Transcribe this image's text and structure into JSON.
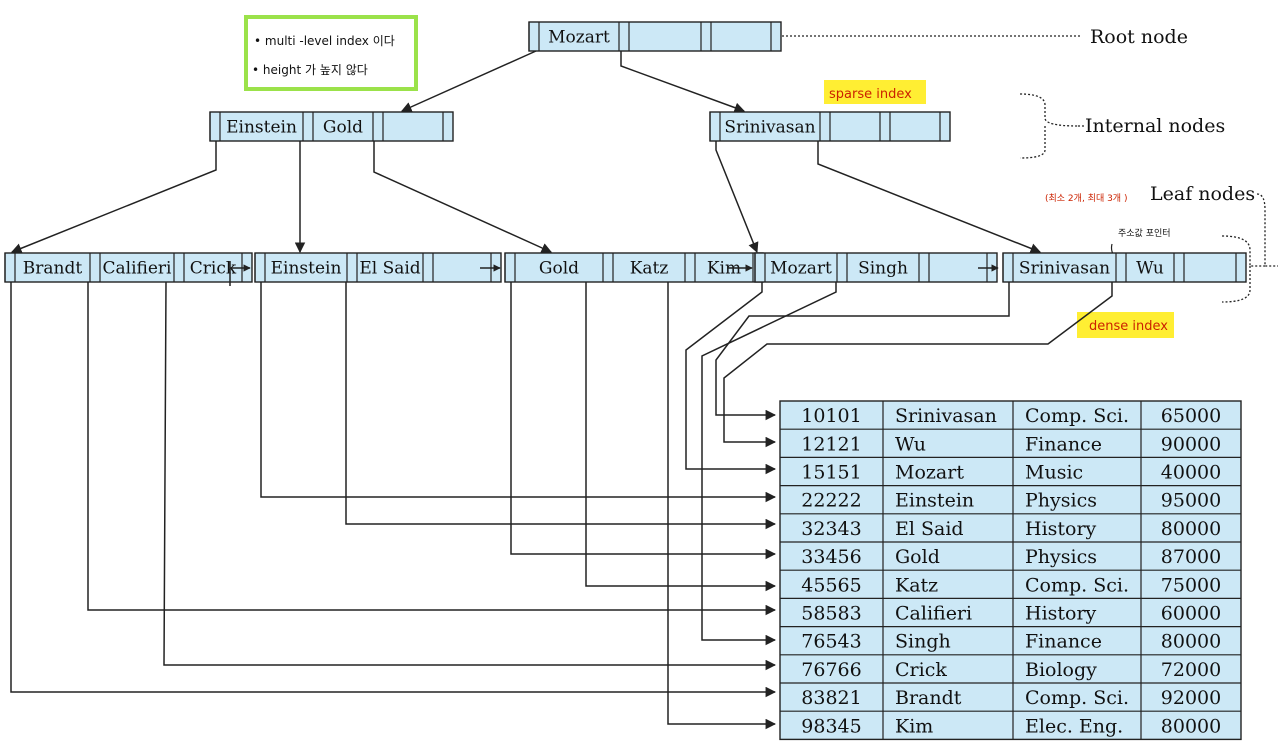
{
  "colors": {
    "node_fill": "#cce8f6",
    "line": "#222222",
    "sticky_border": "#9be24a",
    "highlight": "#ffee33",
    "red_ink": "#cc2200"
  },
  "labels": {
    "root": "Root node",
    "internal": "Internal nodes",
    "leaf": "Leaf nodes"
  },
  "annotations": {
    "sticky_line1": "• multi -level index 이다",
    "sticky_line2": "• height 가 높지 않다",
    "sparse": "sparse index",
    "dense": "dense index",
    "leaf_note": "(최소 2개, 최대 3개 )",
    "pointer_note": "주소값 포인터"
  },
  "tree": {
    "root": [
      "Mozart",
      "",
      ""
    ],
    "internal_left": [
      "Einstein",
      "Gold",
      ""
    ],
    "internal_right": [
      "Srinivasan",
      "",
      ""
    ],
    "leaves": [
      [
        "Brandt",
        "Califieri",
        "Crick"
      ],
      [
        "Einstein",
        "El Said",
        ""
      ],
      [
        "Gold",
        "Katz",
        "Kim"
      ],
      [
        "Mozart",
        "Singh",
        ""
      ],
      [
        "Srinivasan",
        "Wu",
        ""
      ]
    ]
  },
  "table": {
    "rows": [
      [
        "10101",
        "Srinivasan",
        "Comp. Sci.",
        "65000"
      ],
      [
        "12121",
        "Wu",
        "Finance",
        "90000"
      ],
      [
        "15151",
        "Mozart",
        "Music",
        "40000"
      ],
      [
        "22222",
        "Einstein",
        "Physics",
        "95000"
      ],
      [
        "32343",
        "El Said",
        "History",
        "80000"
      ],
      [
        "33456",
        "Gold",
        "Physics",
        "87000"
      ],
      [
        "45565",
        "Katz",
        "Comp. Sci.",
        "75000"
      ],
      [
        "58583",
        "Califieri",
        "History",
        "60000"
      ],
      [
        "76543",
        "Singh",
        "Finance",
        "80000"
      ],
      [
        "76766",
        "Crick",
        "Biology",
        "72000"
      ],
      [
        "83821",
        "Brandt",
        "Comp. Sci.",
        "92000"
      ],
      [
        "98345",
        "Kim",
        "Elec. Eng.",
        "80000"
      ]
    ]
  }
}
